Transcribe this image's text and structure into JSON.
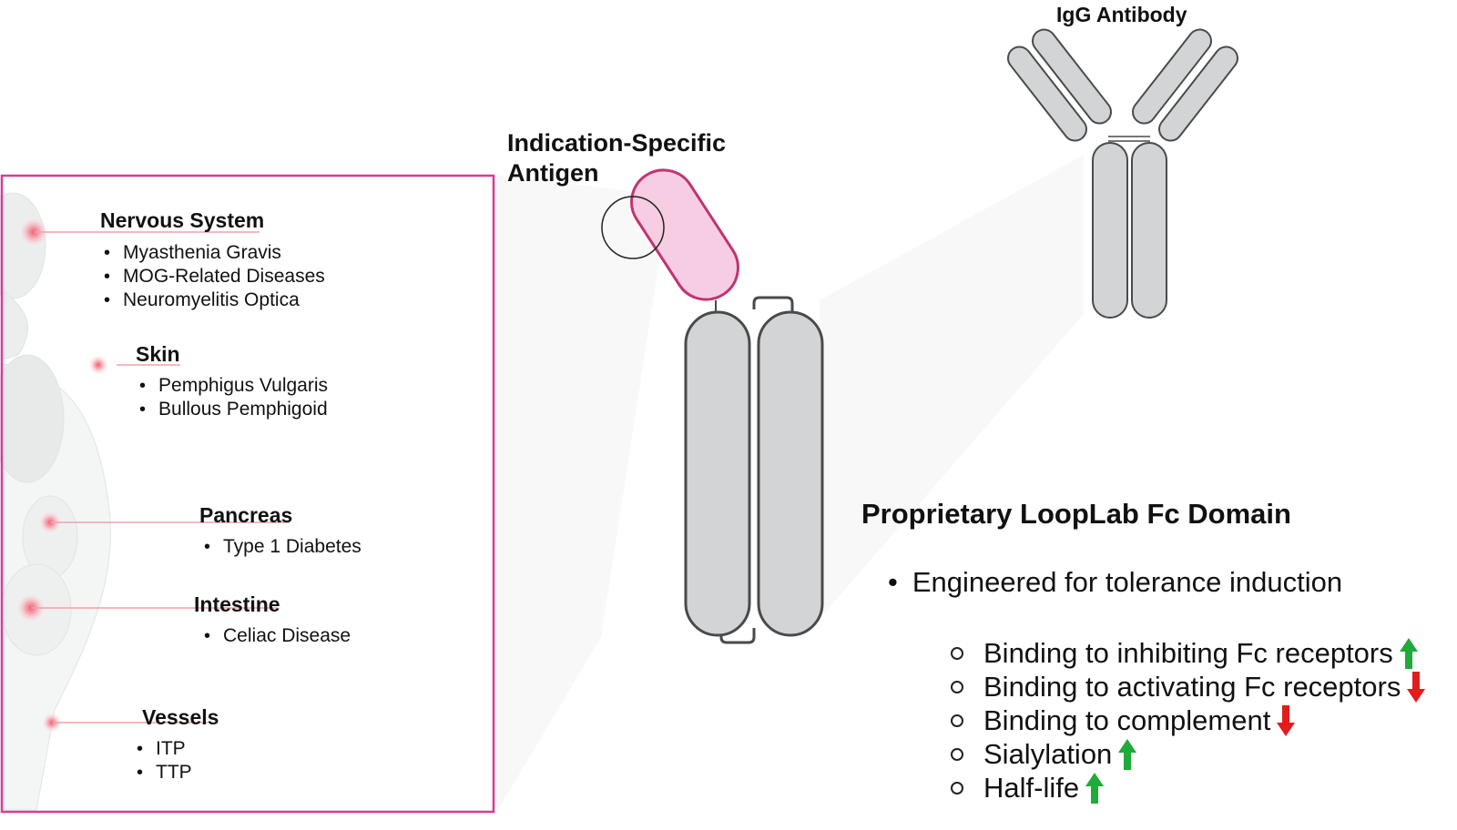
{
  "antibody_label": "IgG Antibody",
  "antigen_label": [
    "Indication-Specific",
    "Antigen"
  ],
  "fc_domain": {
    "title": "Proprietary LoopLab Fc Domain",
    "main_bullet": "Engineered for tolerance induction",
    "properties": [
      {
        "label": "Binding to inhibiting Fc receptors",
        "direction": "up",
        "color": "#1faa3a"
      },
      {
        "label": "Binding to activating Fc receptors",
        "direction": "down",
        "color": "#e11d1d"
      },
      {
        "label": "Binding to complement",
        "direction": "down",
        "color": "#e11d1d"
      },
      {
        "label": "Sialylation",
        "direction": "up",
        "color": "#1faa3a"
      },
      {
        "label": "Half-life",
        "direction": "up",
        "color": "#1faa3a"
      }
    ]
  },
  "organs": [
    {
      "name": "Nervous System",
      "diseases": [
        "Myasthenia Gravis",
        "MOG-Related Diseases",
        "Neuromyelitis Optica"
      ]
    },
    {
      "name": "Skin",
      "diseases": [
        "Pemphigus Vulgaris",
        "Bullous Pemphigoid"
      ]
    },
    {
      "name": "Pancreas",
      "diseases": [
        "Type 1 Diabetes"
      ]
    },
    {
      "name": "Intestine",
      "diseases": [
        "Celiac Disease"
      ]
    },
    {
      "name": "Vessels",
      "diseases": [
        "ITP",
        "TTP"
      ]
    }
  ],
  "colors": {
    "panel_border": "#d63d95",
    "antigen_fill": "#f7cde3",
    "antigen_stroke": "#c0356f",
    "domain_fill": "#d2d4d6",
    "domain_stroke": "#4a4a4a",
    "hotspot": "#f06070"
  }
}
